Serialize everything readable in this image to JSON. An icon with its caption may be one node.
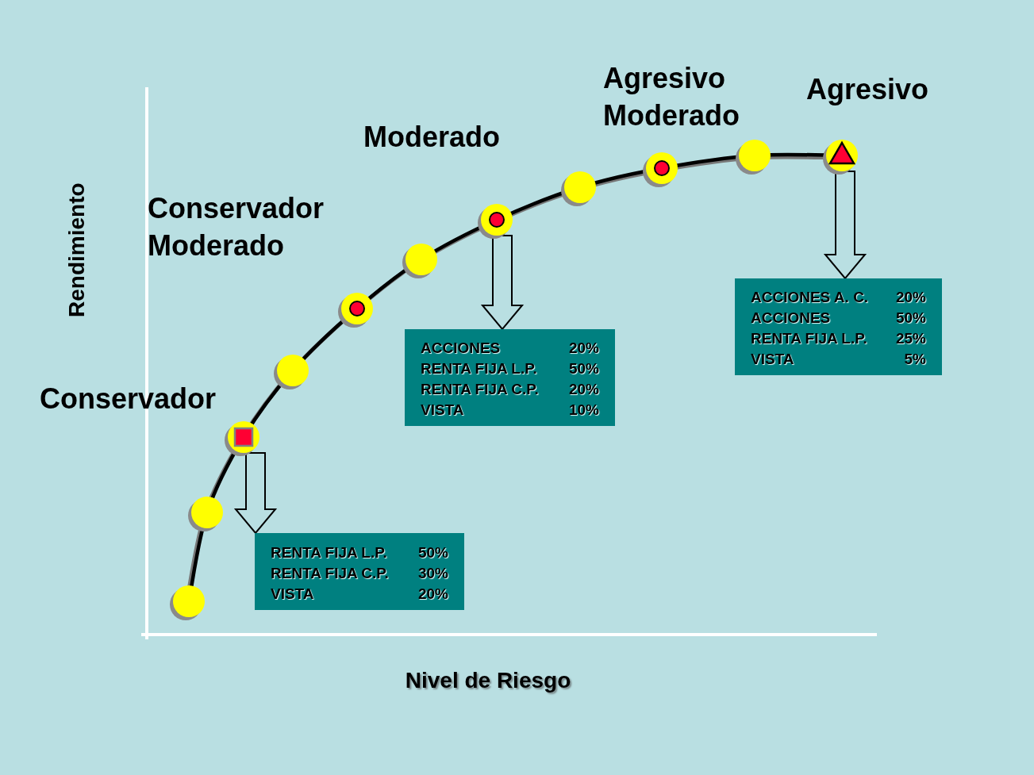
{
  "diagram": {
    "nodes": [
      {
        "text": [],
        "shape": "circle"
      },
      {
        "text": [
          "RENTA FIJA L.P.",
          "50%",
          "RENTA FIJA C.P.",
          "30%",
          "VISTA",
          "20%"
        ]
      },
      {
        "text": [],
        "shape": "circle"
      },
      {
        "text": [
          "ACCIONES",
          "20%",
          "RENTA FIJA L.P.",
          "50%",
          "RENTA FIJA C.P.",
          "20%",
          "VISTA",
          "10%"
        ]
      },
      {
        "text": [],
        "shape": "circle"
      },
      {
        "text": [
          "ACCIONES A. C.",
          "20%",
          "ACCIONES",
          "50%",
          "RENTA FIJA L.P.",
          "25%",
          "VISTA",
          "5%"
        ]
      }
    ],
    "edges": [
      {
        "from": 0,
        "to": 1,
        "arrow": "to"
      },
      {
        "from": 2,
        "to": 3,
        "arrow": "to"
      },
      {
        "from": 4,
        "to": 5,
        "arrow": "to"
      }
    ],
    "labels": [
      "Agresivo Moderado",
      "Agresivo",
      "Moderado",
      "Conservador Moderado",
      "Rendimiento",
      "Conservador",
      "Nivel de Riesgo"
    ]
  }
}
